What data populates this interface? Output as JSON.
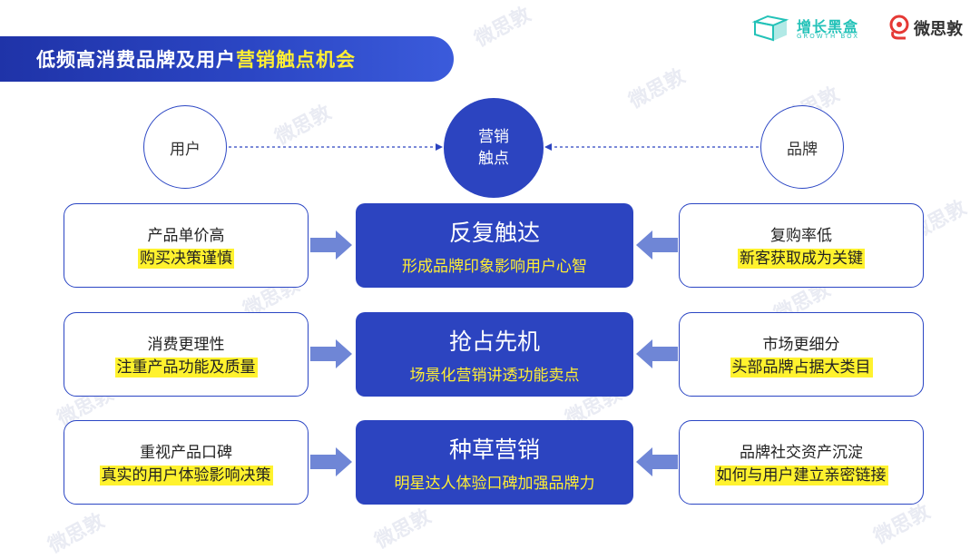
{
  "title": {
    "part1": "低频高消费品牌及用户",
    "part2": "营销触点机会"
  },
  "logos": {
    "growth": {
      "name": "增长黑盒",
      "sub": "GROWTH BOX"
    },
    "wsd": {
      "name": "微思敦"
    }
  },
  "watermark": "微思敦",
  "top": {
    "user": "用户",
    "center_line1": "营销",
    "center_line2": "触点",
    "brand": "品牌"
  },
  "rows": [
    {
      "left": {
        "l1": "产品单价高",
        "l2": "购买决策谨慎"
      },
      "center": {
        "h": "反复触达",
        "s": "形成品牌印象影响用户心智"
      },
      "right": {
        "l1": "复购率低",
        "l2": "新客获取成为关键"
      }
    },
    {
      "left": {
        "l1": "消费更理性",
        "l2": "注重产品功能及质量"
      },
      "center": {
        "h": "抢占先机",
        "s": "场景化营销讲透功能卖点"
      },
      "right": {
        "l1": "市场更细分",
        "l2": "头部品牌占据大类目"
      }
    },
    {
      "left": {
        "l1": "重视产品口碑",
        "l2": "真实的用户体验影响决策"
      },
      "center": {
        "h": "种草营销",
        "s": "明星达人体验口碑加强品牌力"
      },
      "right": {
        "l1": "品牌社交资产沉淀",
        "l2": "如何与用户建立亲密链接"
      }
    }
  ],
  "colors": {
    "primary": "#2c44c0",
    "highlight": "#fff22e",
    "subtitle_yellow": "#ffee33",
    "logo_teal": "#23c2b8",
    "logo_red": "#e53935"
  }
}
